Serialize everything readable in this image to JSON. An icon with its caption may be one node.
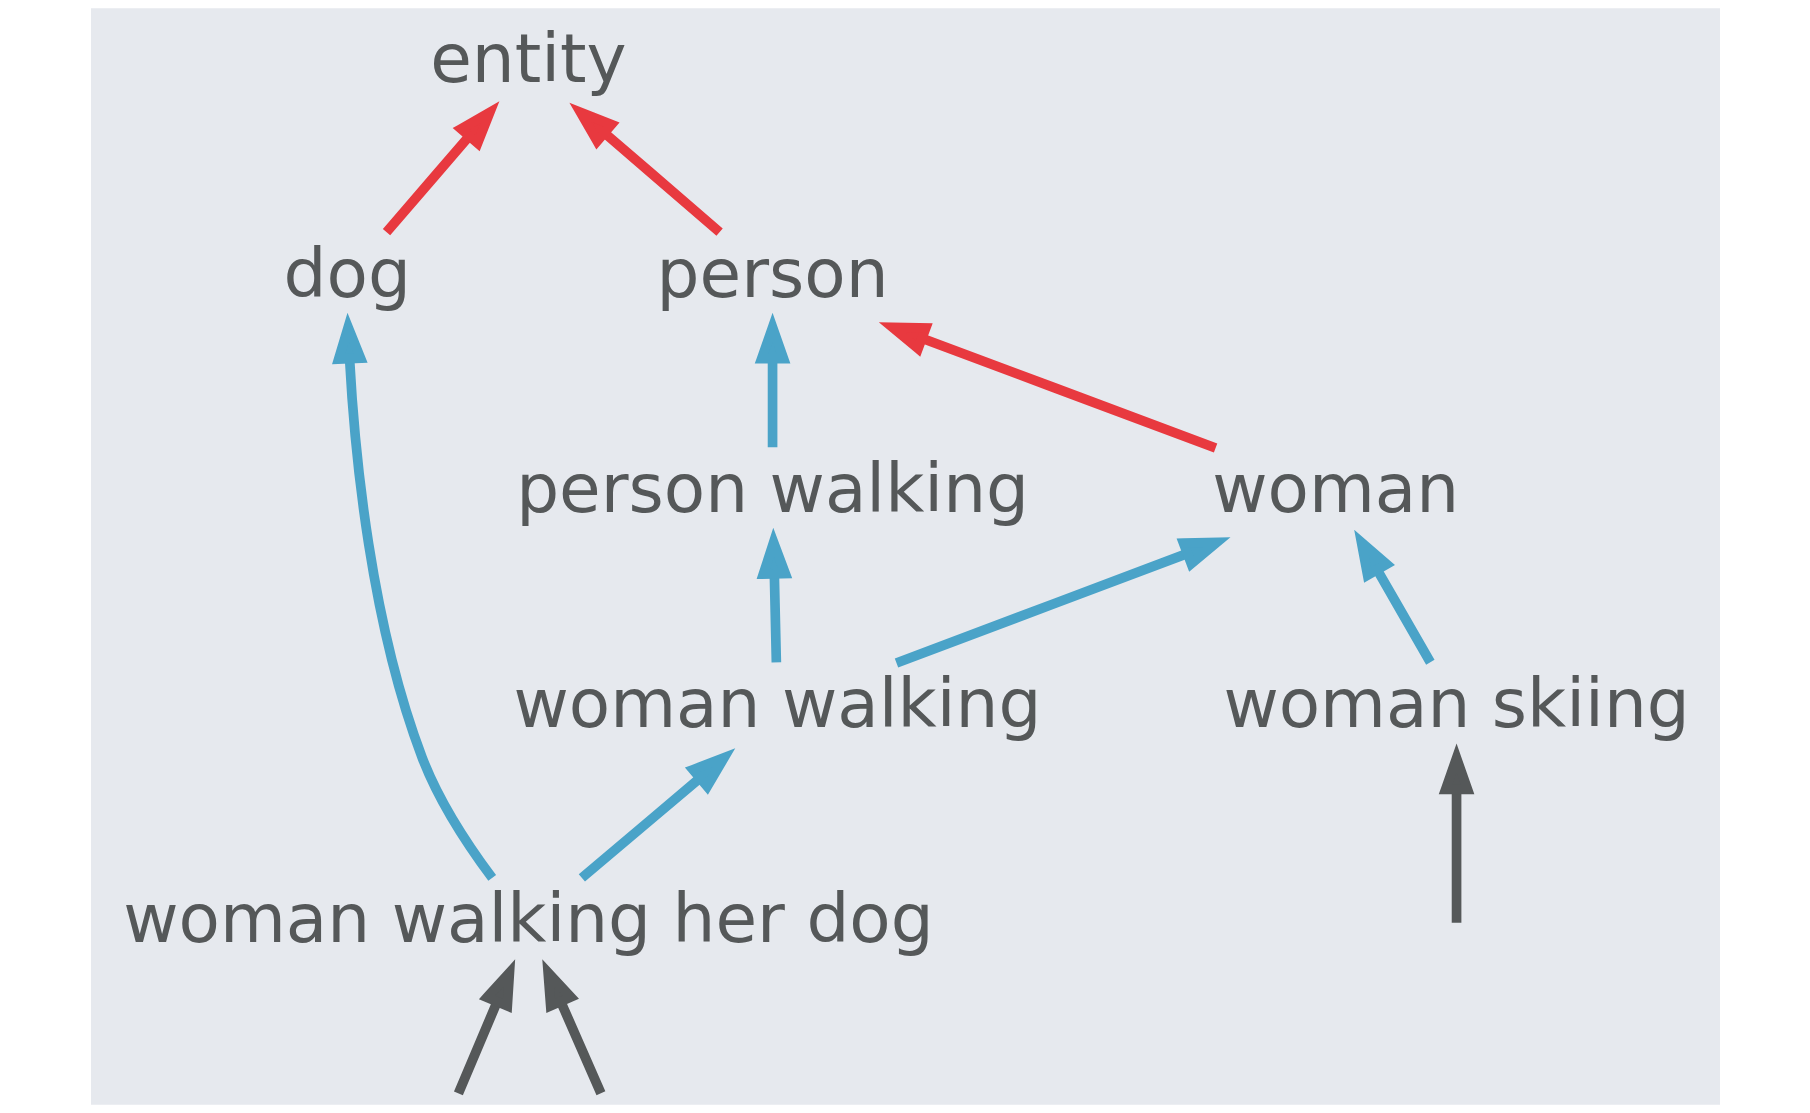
{
  "diagram": {
    "nodes": [
      {
        "text": [
          "entity"
        ]
      },
      {
        "text": [
          "person"
        ]
      },
      {
        "text": [
          "dog"
        ]
      },
      {
        "text": [
          "woman"
        ]
      },
      {
        "text": [
          "person walking"
        ]
      },
      {
        "text": [
          "woman walking"
        ]
      },
      {
        "text": [
          "woman skiing"
        ]
      },
      {
        "text": [
          "woman walking her dog"
        ]
      }
    ],
    "edges": [
      {
        "from": 1,
        "to": 0,
        "arrow": "to",
        "color": "#e8393f"
      },
      {
        "from": 3,
        "to": 1,
        "arrow": "to",
        "color": "#e8393f"
      },
      {
        "from": 2,
        "to": 0,
        "arrow": "to",
        "color": "#e8393f"
      },
      {
        "from": 4,
        "to": 1,
        "arrow": "to"
      },
      {
        "from": 5,
        "to": 3,
        "arrow": "to"
      },
      {
        "from": 5,
        "to": 4,
        "arrow": "to"
      },
      {
        "from": 6,
        "to": 3,
        "arrow": "to"
      },
      {
        "from": 7,
        "to": 5,
        "arrow": "to"
      },
      {
        "from": 7,
        "to": 2,
        "arrow": "to"
      },
      {
        "from": null,
        "to": 6,
        "arrow": "to",
        "color": "#555859"
      },
      {
        "from": null,
        "to": 7,
        "arrow": "to",
        "color": "#555859"
      },
      {
        "from": null,
        "to": 7,
        "arrow": "to",
        "color": "#555859"
      }
    ]
  }
}
